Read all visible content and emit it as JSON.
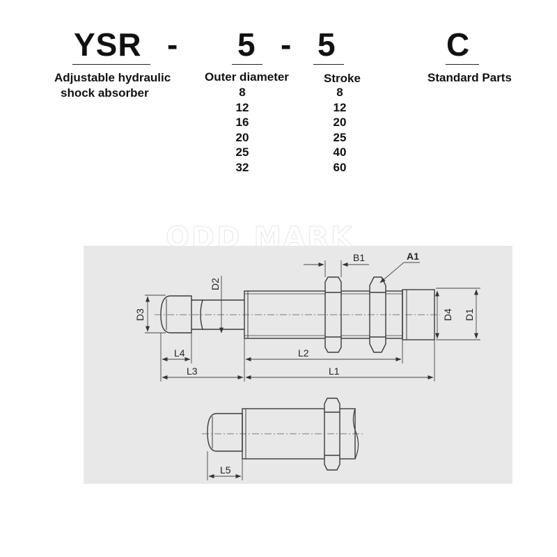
{
  "code": {
    "series": "YSR",
    "sep1": "-",
    "diameter": "5",
    "sep2": "-",
    "stroke": "5",
    "part": "C"
  },
  "descriptions": {
    "series_line1": "Adjustable hydraulic",
    "series_line2": "shock absorber",
    "diameter_title": "Outer diameter",
    "stroke_title": "Stroke",
    "part_title": "Standard Parts"
  },
  "diameter_options": [
    "8",
    "12",
    "16",
    "20",
    "25",
    "32"
  ],
  "stroke_options": [
    "8",
    "12",
    "20",
    "25",
    "40",
    "60"
  ],
  "watermark": "ODD MARK",
  "dimensions": {
    "d1": "D1",
    "d2": "D2",
    "d3": "D3",
    "d4": "D4",
    "l1": "L1",
    "l2": "L2",
    "l3": "L3",
    "l4": "L4",
    "l5": "L5",
    "a1": "A1",
    "b1": "B1"
  },
  "colors": {
    "panel": "#e8e8e8",
    "ink": "#111111",
    "line": "#444444"
  }
}
